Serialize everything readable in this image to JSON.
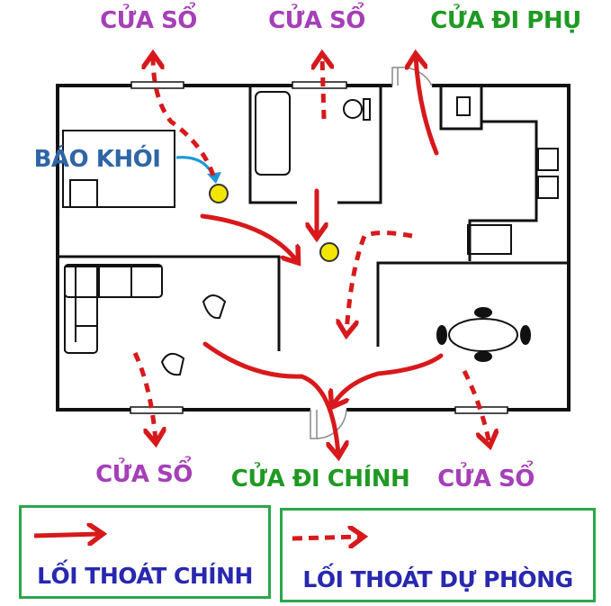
{
  "labels": {
    "window_top_left": "CỬA SỔ",
    "window_top_middle": "CỬA SỔ",
    "side_door": "CỬA ĐI PHỤ",
    "smoke_alarm": "BÁO KHÓI",
    "window_bottom_left": "CỬA SỔ",
    "main_door": "CỬA ĐI CHÍNH",
    "window_bottom_right": "CỬA SỔ"
  },
  "legend": {
    "main_exit": "LỐI THOÁT CHÍNH",
    "backup_exit": "LỐI THOÁT DỰ PHÒNG"
  },
  "colors": {
    "arrow": "#d7191c",
    "window_label": "#a53fb8",
    "door_label": "#1e9a22",
    "alarm_label": "#2e66a6",
    "smoke_detector": "#f2e600",
    "legend_border": "#2aa84a",
    "legend_text": "#2828b0"
  }
}
